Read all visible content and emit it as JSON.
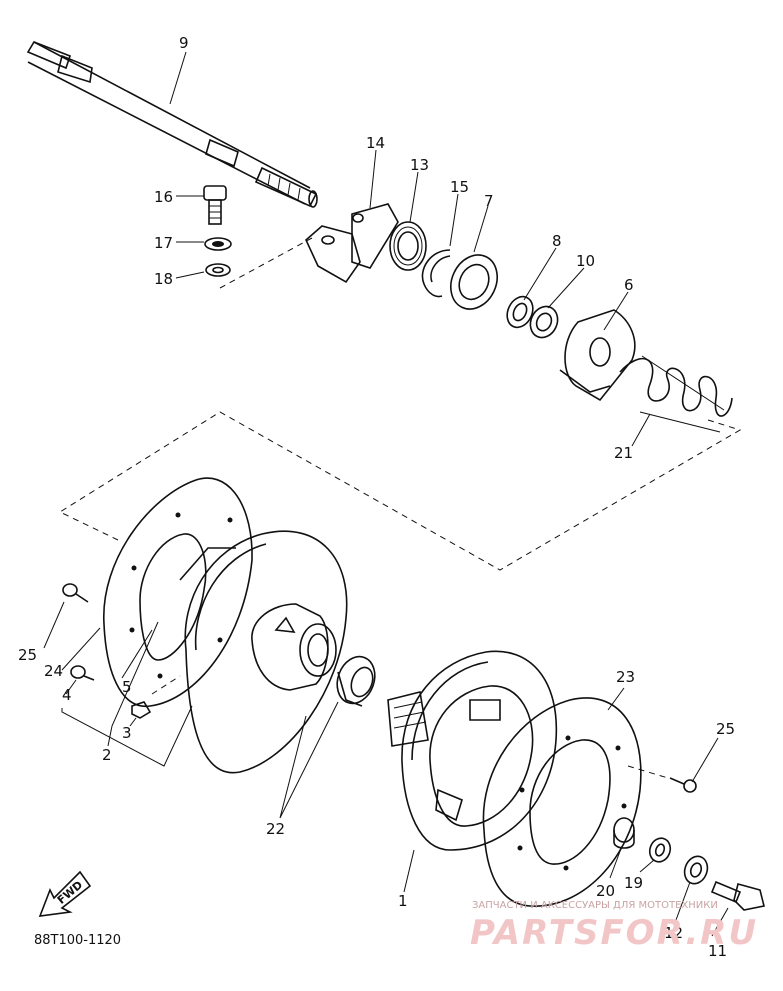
{
  "diagram": {
    "part_numbers": {
      "p1": "1",
      "p2": "2",
      "p3": "3",
      "p4": "4",
      "p5": "5",
      "p6": "6",
      "p7": "7",
      "p8": "8",
      "p9": "9",
      "p10": "10",
      "p11": "11",
      "p12": "12",
      "p13": "13",
      "p14": "14",
      "p15": "15",
      "p16": "16",
      "p17": "17",
      "p18": "18",
      "p19": "19",
      "p20": "20",
      "p21": "21",
      "p22": "22",
      "p23": "23",
      "p24": "24",
      "p25a": "25",
      "p25b": "25"
    },
    "drawing_code": "88T100-1120",
    "fwd_label": "FWD",
    "watermark": {
      "caption": "ЗАПЧАСТИ И АКСЕССУАРЫ ДЛЯ МОТОТЕХНИКИ",
      "brand": "PARTSFOR.RU"
    }
  }
}
